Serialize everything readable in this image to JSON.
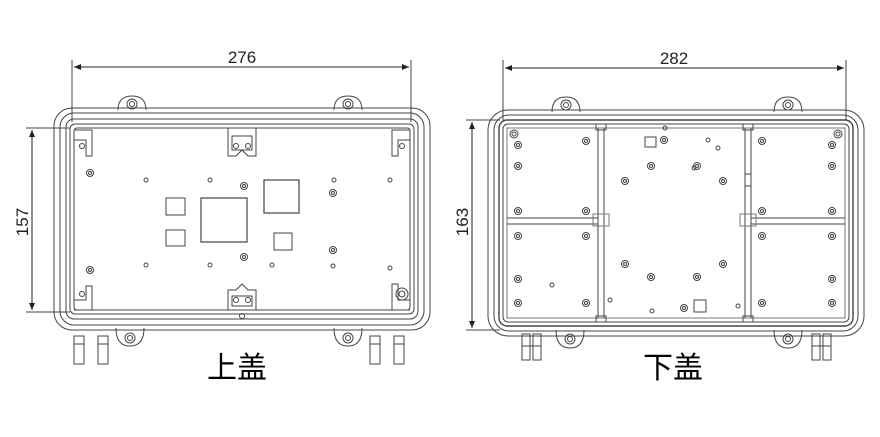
{
  "upper_cover": {
    "caption": "上盖",
    "width_dim": "276",
    "height_dim": "157"
  },
  "lower_cover": {
    "caption": "下盖",
    "width_dim": "282",
    "height_dim": "163"
  },
  "colors": {
    "line": "#444444",
    "background": "#ffffff"
  }
}
